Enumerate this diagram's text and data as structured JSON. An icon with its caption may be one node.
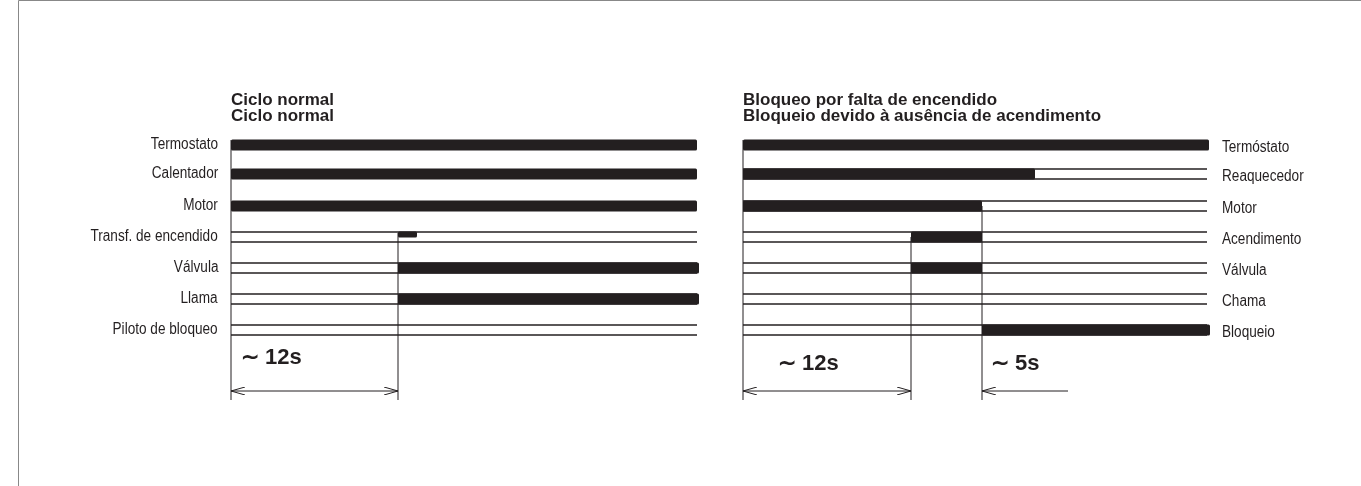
{
  "diagram": {
    "labels": [
      "Ciclo normal",
      "Ciclo normal",
      "Bloqueo por falta de encendido",
      "Bloqueio devido à ausência de acendimento",
      "Termostato",
      "Termóstato",
      "Calentador",
      "Reaquecedor",
      "Motor",
      "Motor",
      "Transf. de encendido",
      "Acendimento",
      "Válvula",
      "Válvula",
      "Llama",
      "Chama",
      "Piloto de bloqueo",
      "Bloqueio",
      "∼ 12s",
      "∼ 12s",
      "∼ 5s"
    ]
  }
}
